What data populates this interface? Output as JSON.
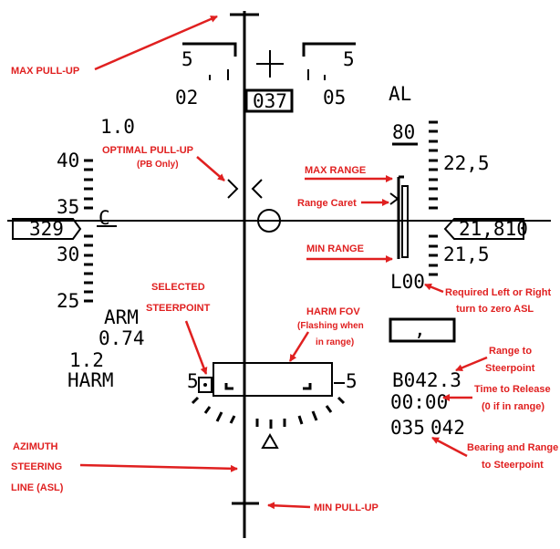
{
  "hud": {
    "pitch_left_label": "5",
    "pitch_right_label": "5",
    "heading_left": "02",
    "heading_box": "037",
    "heading_right": "05",
    "mode_label": "AL",
    "gload": "1.0",
    "alt_box": "21,810",
    "alt_tick_upper": "22,5",
    "alt_tick_lower": "21,5",
    "alt_setting": "80",
    "speed_box": "329",
    "speed_tick_40": "40",
    "speed_tick_35": "35",
    "speed_tick_30": "30",
    "speed_tick_25": "25",
    "speed_c": "C",
    "arm_label": "ARM",
    "mach": "0.74",
    "max_g": "1.2",
    "weapon": "HARM",
    "loo": "L00",
    "steer_box_glyph": ",",
    "fov_left_label": "5",
    "fov_right_label": "5",
    "range_to_steer": "B042.3",
    "time_to_release": "00:00",
    "bearing": "035",
    "range": "042"
  },
  "annotations": {
    "max_pullup": "MAX PULL-UP",
    "optimal_pullup": "OPTIMAL PULL-UP",
    "optimal_pullup_sub": "(PB Only)",
    "max_range": "MAX RANGE",
    "range_caret": "Range Caret",
    "min_range": "MIN RANGE",
    "required_turn_1": "Required Left or Right",
    "required_turn_2": "turn to zero ASL",
    "selected_steer_1": "SELECTED",
    "selected_steer_2": "STEERPOINT",
    "harm_fov_1": "HARM FOV",
    "harm_fov_2": "(Flashing when",
    "harm_fov_3": "in range)",
    "range_to_steer_1": "Range to",
    "range_to_steer_2": "Steerpoint",
    "time_release_1": "Time to Release",
    "time_release_2": "(0 if in range)",
    "bearing_range_1": "Bearing and Range",
    "bearing_range_2": "to Steerpoint",
    "asl_1": "AZIMUTH",
    "asl_2": "STEERING",
    "asl_3": "LINE (ASL)",
    "min_pullup": "MIN PULL-UP"
  },
  "colors": {
    "hud": "#000000",
    "annotation": "#e02020",
    "background": "#ffffff"
  }
}
